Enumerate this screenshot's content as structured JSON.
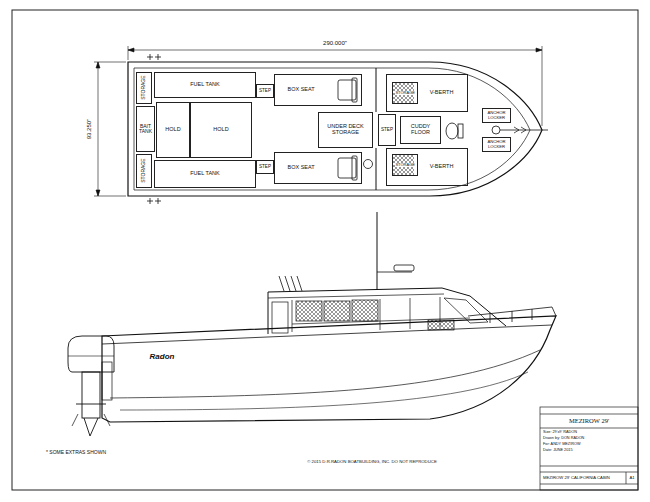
{
  "diagram": {
    "nodes": [
      {
        "text": [
          "STORAGE"
        ]
      },
      {
        "text": [
          "FUEL TANK"
        ]
      },
      {
        "text": [
          "STEP"
        ]
      },
      {
        "text": [
          "BOX SEAT"
        ]
      },
      {
        "text": [
          "V-BERTH"
        ]
      },
      {
        "text": [
          "STORAGE"
        ],
        "in": 4
      },
      {
        "text": [
          "ANCHOR LOCKER"
        ]
      },
      {
        "text": [
          "BAIT TANK"
        ]
      },
      {
        "text": [
          "HOLD"
        ]
      },
      {
        "text": [
          "HOLD"
        ]
      },
      {
        "text": [
          "UNDER DECK STORAGE"
        ]
      },
      {
        "text": [
          "STEP"
        ]
      },
      {
        "text": [
          "CUDDY FLOOR"
        ]
      },
      {
        "text": [
          "STORAGE"
        ]
      },
      {
        "text": [
          "FUEL TANK"
        ]
      },
      {
        "text": [
          "STEP"
        ]
      },
      {
        "text": [
          "BOX SEAT"
        ]
      },
      {
        "text": [
          "V-BERTH"
        ]
      },
      {
        "text": [
          "STORAGE"
        ],
        "in": 17
      },
      {
        "text": [
          "ANCHOR LOCKER"
        ]
      }
    ],
    "labels": [
      "290.000\"",
      "93.250\"",
      "Radon",
      "MEZIROW 29'",
      "Size: 29'x9' RADON",
      "Drawn by: DON RADON",
      "For: ANDY MEZIROW",
      "Date: JUNE 2015",
      "MEZIROW 29' CALIFORNIA CABIN",
      "A1",
      "* SOME EXTRAS SHOWN",
      "© 2015 D.R.RADON BOATBUILDING, INC. DO NOT REPRODUCE"
    ]
  }
}
